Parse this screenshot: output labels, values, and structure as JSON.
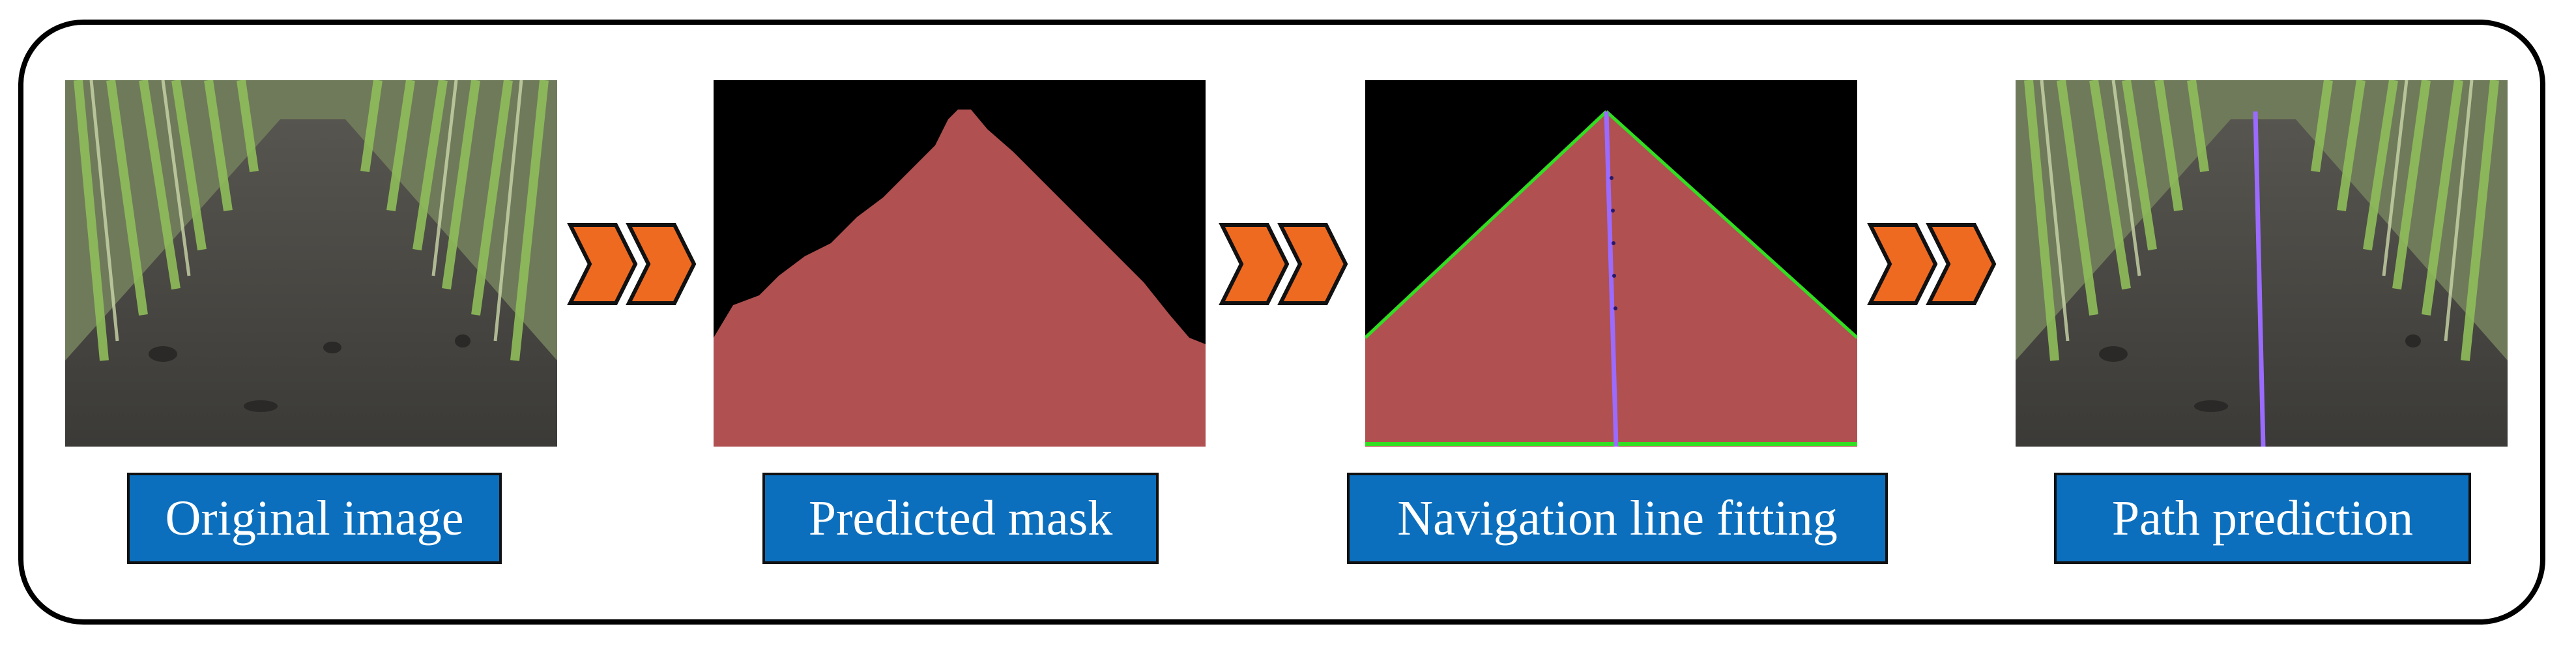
{
  "stages": [
    {
      "label": "Original image"
    },
    {
      "label": "Predicted mask"
    },
    {
      "label": "Navigation line fitting"
    },
    {
      "label": "Path prediction"
    }
  ],
  "colors": {
    "label_bg": "#0b6fbd",
    "arrow_fill": "#ee6a21",
    "mask_fill": "#b05050",
    "boundary_line": "#33dd22",
    "navigation_line": "#9b6bff"
  }
}
